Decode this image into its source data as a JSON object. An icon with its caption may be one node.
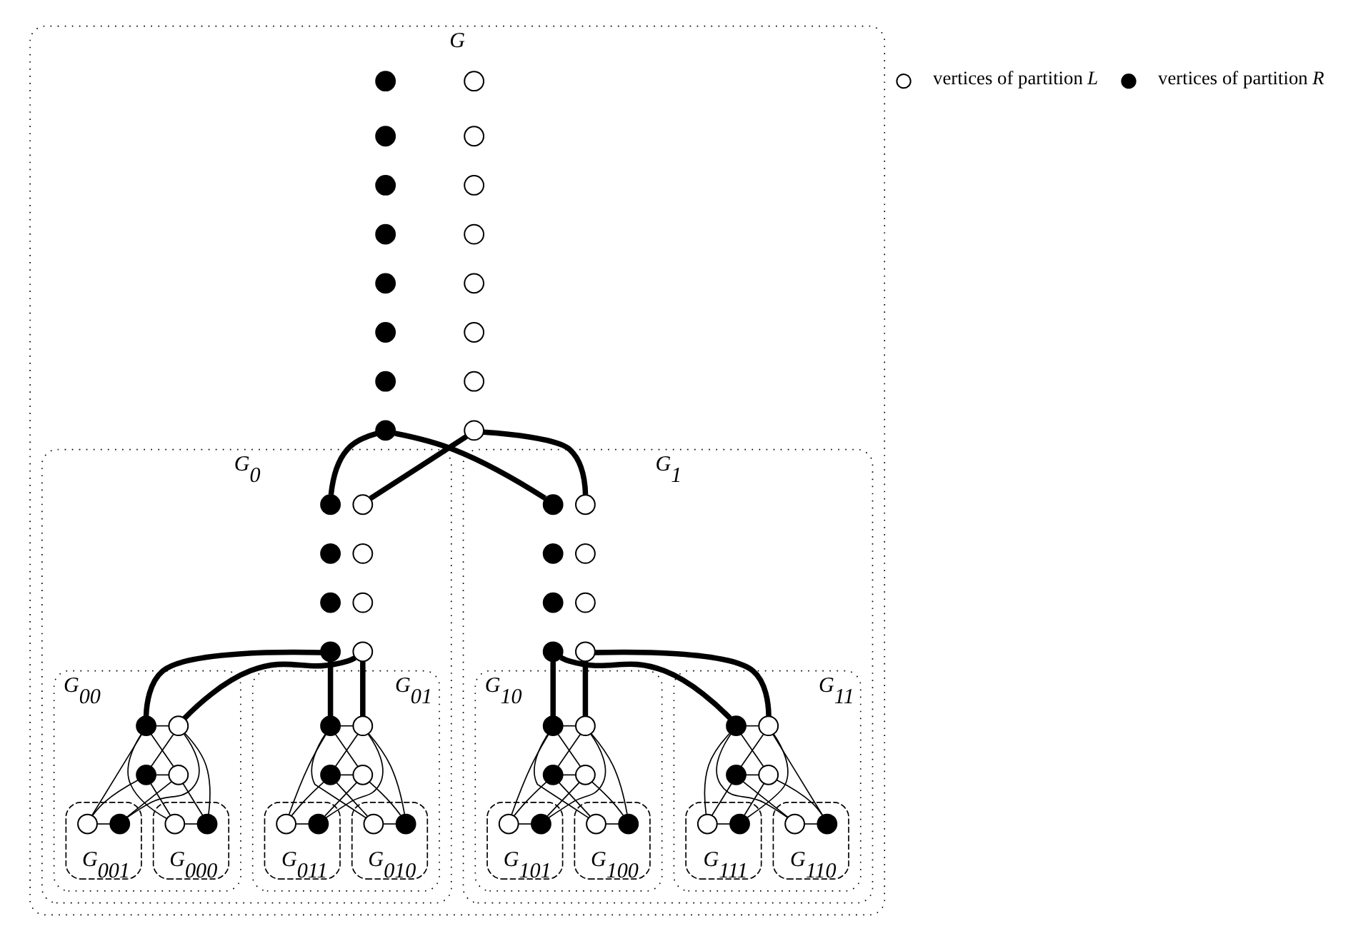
{
  "diagram": {
    "nodes": [
      {
        "text": [
          "G"
        ]
      },
      {
        "text": [],
        "shape": "circle",
        "in": 0
      },
      {
        "text": [],
        "shape": "circle",
        "in": 0
      },
      {
        "text": [],
        "shape": "circle",
        "in": 0
      },
      {
        "text": [],
        "shape": "circle",
        "in": 0
      },
      {
        "text": [],
        "shape": "circle",
        "in": 0
      },
      {
        "text": [],
        "shape": "circle",
        "in": 0
      },
      {
        "text": [],
        "shape": "circle",
        "in": 0
      },
      {
        "text": [],
        "shape": "circle",
        "in": 0
      },
      {
        "text": [],
        "shape": "circle",
        "in": 0
      },
      {
        "text": [],
        "shape": "circle",
        "in": 0
      },
      {
        "text": [],
        "shape": "circle",
        "in": 0
      },
      {
        "text": [],
        "shape": "circle",
        "in": 0
      },
      {
        "text": [],
        "shape": "circle",
        "in": 0
      },
      {
        "text": [],
        "shape": "circle",
        "in": 0
      },
      {
        "text": [],
        "shape": "circle",
        "in": 0
      },
      {
        "text": [],
        "shape": "circle",
        "in": 0
      },
      {
        "text": [
          "G$_{0}$"
        ],
        "in": 0
      },
      {
        "text": [],
        "shape": "circle",
        "in": 17
      },
      {
        "text": [],
        "shape": "circle",
        "in": 17
      },
      {
        "text": [],
        "shape": "circle",
        "in": 17
      },
      {
        "text": [],
        "shape": "circle",
        "in": 17
      },
      {
        "text": [],
        "shape": "circle",
        "in": 17
      },
      {
        "text": [],
        "shape": "circle",
        "in": 17
      },
      {
        "text": [],
        "shape": "circle",
        "in": 17
      },
      {
        "text": [],
        "shape": "circle",
        "in": 17
      },
      {
        "text": [
          "G$_{00}$"
        ],
        "in": 17
      },
      {
        "text": [],
        "shape": "circle",
        "in": 26
      },
      {
        "text": [],
        "shape": "circle",
        "in": 26
      },
      {
        "text": [],
        "shape": "circle",
        "in": 26
      },
      {
        "text": [],
        "shape": "circle",
        "in": 26
      },
      {
        "text": [
          "G$_{000}$"
        ],
        "in": 26
      },
      {
        "text": [],
        "shape": "circle",
        "in": 31
      },
      {
        "text": [],
        "shape": "circle",
        "in": 31
      },
      {
        "text": [
          "G$_{001}$"
        ],
        "in": 26
      },
      {
        "text": [],
        "shape": "circle",
        "in": 34
      },
      {
        "text": [],
        "shape": "circle",
        "in": 34
      },
      {
        "text": [
          "G$_{01}$"
        ],
        "in": 17
      },
      {
        "text": [],
        "shape": "circle",
        "in": 37
      },
      {
        "text": [],
        "shape": "circle",
        "in": 37
      },
      {
        "text": [],
        "shape": "circle",
        "in": 37
      },
      {
        "text": [],
        "shape": "circle",
        "in": 37
      },
      {
        "text": [
          "G$_{010}$"
        ],
        "in": 37
      },
      {
        "text": [],
        "shape": "circle",
        "in": 42
      },
      {
        "text": [],
        "shape": "circle",
        "in": 42
      },
      {
        "text": [
          "G$_{011}$"
        ],
        "in": 37
      },
      {
        "text": [],
        "shape": "circle",
        "in": 45
      },
      {
        "text": [],
        "shape": "circle",
        "in": 45
      },
      {
        "text": [
          "G$_{1}$"
        ],
        "in": 0
      },
      {
        "text": [],
        "shape": "circle",
        "in": 48
      },
      {
        "text": [],
        "shape": "circle",
        "in": 48
      },
      {
        "text": [],
        "shape": "circle",
        "in": 48
      },
      {
        "text": [],
        "shape": "circle",
        "in": 48
      },
      {
        "text": [],
        "shape": "circle",
        "in": 48
      },
      {
        "text": [],
        "shape": "circle",
        "in": 48
      },
      {
        "text": [],
        "shape": "circle",
        "in": 48
      },
      {
        "text": [],
        "shape": "circle",
        "in": 48
      },
      {
        "text": [
          "G$_{10}$"
        ],
        "in": 48
      },
      {
        "text": [],
        "shape": "circle",
        "in": 57
      },
      {
        "text": [],
        "shape": "circle",
        "in": 57
      },
      {
        "text": [],
        "shape": "circle",
        "in": 57
      },
      {
        "text": [],
        "shape": "circle",
        "in": 57
      },
      {
        "text": [
          "G$_{100}$"
        ],
        "in": 57
      },
      {
        "text": [],
        "shape": "circle",
        "in": 62
      },
      {
        "text": [],
        "shape": "circle",
        "in": 62
      },
      {
        "text": [
          "G$_{101}$"
        ],
        "in": 57
      },
      {
        "text": [],
        "shape": "circle",
        "in": 65
      },
      {
        "text": [],
        "shape": "circle",
        "in": 65
      },
      {
        "text": [
          "G$_{11}$"
        ],
        "in": 48
      },
      {
        "text": [],
        "shape": "circle",
        "in": 68
      },
      {
        "text": [],
        "shape": "circle",
        "in": 68
      },
      {
        "text": [],
        "shape": "circle",
        "in": 68
      },
      {
        "text": [],
        "shape": "circle",
        "in": 68
      },
      {
        "text": [
          "G$_{110}$"
        ],
        "in": 68
      },
      {
        "text": [],
        "shape": "circle",
        "in": 73
      },
      {
        "text": [],
        "shape": "circle",
        "in": 73
      },
      {
        "text": [
          "G$_{111}$"
        ],
        "in": 68
      },
      {
        "text": [],
        "shape": "circle",
        "in": 76
      },
      {
        "text": [],
        "shape": "circle",
        "in": 76
      }
    ],
    "edges": [
      {
        "from": 8,
        "to": 18,
        "arrow": "none",
        "style": "thick"
      },
      {
        "from": 8,
        "to": 49,
        "arrow": "none",
        "style": "thick"
      },
      {
        "from": 16,
        "to": 22,
        "arrow": "none",
        "style": "thick"
      },
      {
        "from": 16,
        "to": 53,
        "arrow": "none",
        "style": "thick"
      },
      {
        "from": 21,
        "to": 27,
        "arrow": "none",
        "style": "thick"
      },
      {
        "from": 21,
        "to": 38,
        "arrow": "none",
        "style": "thick"
      },
      {
        "from": 25,
        "to": 29,
        "arrow": "none",
        "style": "thick"
      },
      {
        "from": 25,
        "to": 40,
        "arrow": "none",
        "style": "thick"
      },
      {
        "from": 52,
        "to": 58,
        "arrow": "none",
        "style": "thick"
      },
      {
        "from": 52,
        "to": 69,
        "arrow": "none",
        "style": "thick"
      },
      {
        "from": 56,
        "to": 60,
        "arrow": "none",
        "style": "thick"
      },
      {
        "from": 56,
        "to": 71,
        "arrow": "none",
        "style": "thick"
      },
      {
        "from": 27,
        "to": 29,
        "arrow": "none"
      },
      {
        "from": 28,
        "to": 30,
        "arrow": "none"
      },
      {
        "from": 27,
        "to": 30,
        "arrow": "none"
      },
      {
        "from": 28,
        "to": 29,
        "arrow": "none"
      },
      {
        "from": 29,
        "to": 32,
        "arrow": "none"
      },
      {
        "from": 30,
        "to": 32,
        "arrow": "none"
      },
      {
        "from": 27,
        "to": 33,
        "arrow": "none"
      },
      {
        "from": 28,
        "to": 33,
        "arrow": "none"
      },
      {
        "from": 29,
        "to": 35,
        "arrow": "none"
      },
      {
        "from": 30,
        "to": 35,
        "arrow": "none"
      },
      {
        "from": 27,
        "to": 36,
        "arrow": "none"
      },
      {
        "from": 28,
        "to": 36,
        "arrow": "none"
      },
      {
        "from": 32,
        "to": 33,
        "arrow": "none"
      },
      {
        "from": 35,
        "to": 36,
        "arrow": "none"
      },
      {
        "from": 38,
        "to": 40,
        "arrow": "none"
      },
      {
        "from": 39,
        "to": 41,
        "arrow": "none"
      },
      {
        "from": 38,
        "to": 41,
        "arrow": "none"
      },
      {
        "from": 39,
        "to": 40,
        "arrow": "none"
      },
      {
        "from": 40,
        "to": 43,
        "arrow": "none"
      },
      {
        "from": 41,
        "to": 43,
        "arrow": "none"
      },
      {
        "from": 38,
        "to": 44,
        "arrow": "none"
      },
      {
        "from": 39,
        "to": 44,
        "arrow": "none"
      },
      {
        "from": 40,
        "to": 46,
        "arrow": "none"
      },
      {
        "from": 41,
        "to": 46,
        "arrow": "none"
      },
      {
        "from": 38,
        "to": 47,
        "arrow": "none"
      },
      {
        "from": 39,
        "to": 47,
        "arrow": "none"
      },
      {
        "from": 43,
        "to": 44,
        "arrow": "none"
      },
      {
        "from": 46,
        "to": 47,
        "arrow": "none"
      },
      {
        "from": 58,
        "to": 60,
        "arrow": "none"
      },
      {
        "from": 59,
        "to": 61,
        "arrow": "none"
      },
      {
        "from": 58,
        "to": 61,
        "arrow": "none"
      },
      {
        "from": 59,
        "to": 60,
        "arrow": "none"
      },
      {
        "from": 60,
        "to": 63,
        "arrow": "none"
      },
      {
        "from": 61,
        "to": 63,
        "arrow": "none"
      },
      {
        "from": 58,
        "to": 64,
        "arrow": "none"
      },
      {
        "from": 59,
        "to": 64,
        "arrow": "none"
      },
      {
        "from": 60,
        "to": 66,
        "arrow": "none"
      },
      {
        "from": 61,
        "to": 66,
        "arrow": "none"
      },
      {
        "from": 58,
        "to": 67,
        "arrow": "none"
      },
      {
        "from": 59,
        "to": 67,
        "arrow": "none"
      },
      {
        "from": 63,
        "to": 64,
        "arrow": "none"
      },
      {
        "from": 66,
        "to": 67,
        "arrow": "none"
      },
      {
        "from": 69,
        "to": 71,
        "arrow": "none"
      },
      {
        "from": 70,
        "to": 72,
        "arrow": "none"
      },
      {
        "from": 69,
        "to": 72,
        "arrow": "none"
      },
      {
        "from": 70,
        "to": 71,
        "arrow": "none"
      },
      {
        "from": 71,
        "to": 74,
        "arrow": "none"
      },
      {
        "from": 72,
        "to": 74,
        "arrow": "none"
      },
      {
        "from": 69,
        "to": 75,
        "arrow": "none"
      },
      {
        "from": 70,
        "to": 75,
        "arrow": "none"
      },
      {
        "from": 71,
        "to": 77,
        "arrow": "none"
      },
      {
        "from": 72,
        "to": 77,
        "arrow": "none"
      },
      {
        "from": 69,
        "to": 78,
        "arrow": "none"
      },
      {
        "from": 70,
        "to": 78,
        "arrow": "none"
      },
      {
        "from": 74,
        "to": 75,
        "arrow": "none"
      },
      {
        "from": 77,
        "to": 78,
        "arrow": "none"
      }
    ],
    "legend": [
      {
        "text": "vertices of partition *L*"
      },
      {
        "text": "vertices of partition *R*"
      }
    ]
  }
}
